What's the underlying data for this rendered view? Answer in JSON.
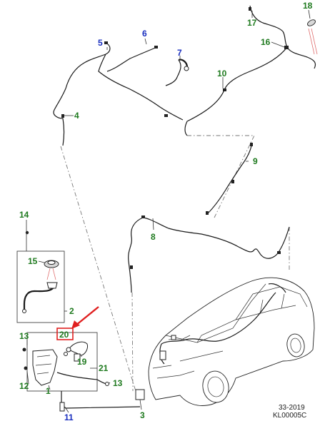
{
  "callouts": [
    {
      "text": "1",
      "color": "#1f7a1f"
    },
    {
      "text": "2",
      "color": "#1f7a1f"
    },
    {
      "text": "3",
      "color": "#1f7a1f"
    },
    {
      "text": "4",
      "color": "#1f7a1f"
    },
    {
      "text": "5",
      "color": "#1a2fbf"
    },
    {
      "text": "6",
      "color": "#1a2fbf"
    },
    {
      "text": "7",
      "color": "#1a2fbf"
    },
    {
      "text": "8",
      "color": "#1f7a1f"
    },
    {
      "text": "9",
      "color": "#1f7a1f"
    },
    {
      "text": "10",
      "color": "#1f7a1f"
    },
    {
      "text": "11",
      "color": "#1a2fbf"
    },
    {
      "text": "12",
      "color": "#1f7a1f"
    },
    {
      "text": "13",
      "color": "#1f7a1f"
    },
    {
      "text": "13",
      "color": "#1f7a1f"
    },
    {
      "text": "14",
      "color": "#1f7a1f"
    },
    {
      "text": "15",
      "color": "#1f7a1f"
    },
    {
      "text": "16",
      "color": "#1f7a1f"
    },
    {
      "text": "17",
      "color": "#1f7a1f"
    },
    {
      "text": "18",
      "color": "#1f7a1f"
    },
    {
      "text": "19",
      "color": "#1f7a1f"
    },
    {
      "text": "20",
      "color": "#1f7a1f"
    },
    {
      "text": "21",
      "color": "#1f7a1f"
    }
  ],
  "highlight": {
    "callout": "20",
    "box_color": "#e02020",
    "arrow_color": "#e02020"
  },
  "reference": {
    "year": "33-2019",
    "code": "KL00005C"
  }
}
